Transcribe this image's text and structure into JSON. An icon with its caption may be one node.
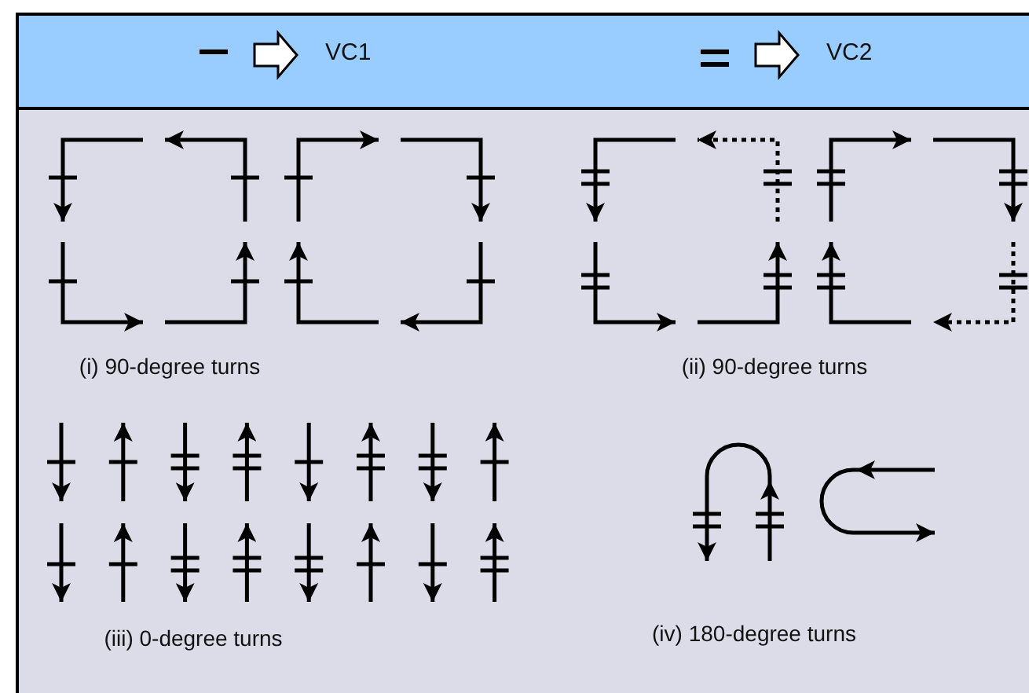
{
  "diagram": {
    "labels": [
      "(i) 90-degree turns",
      "(ii) 90-degree turns",
      "(iii) 0-degree turns",
      "(iv) 180-degree turns"
    ],
    "legend": [
      {
        "text": "VC1"
      },
      {
        "text": "VC2"
      }
    ]
  }
}
